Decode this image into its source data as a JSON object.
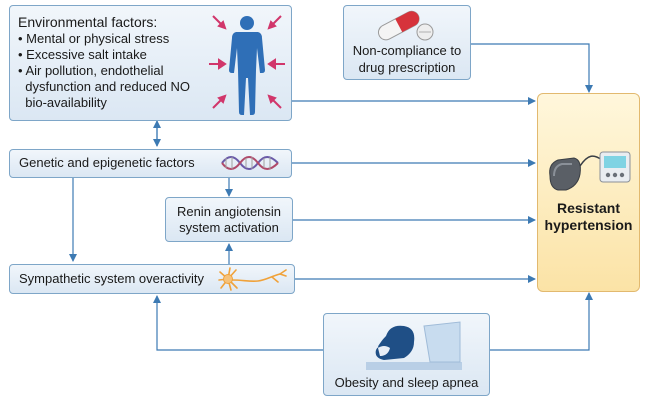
{
  "environmental": {
    "title": "Environmental factors:",
    "items": [
      "• Mental or physical stress",
      "• Excessive salt intake",
      "• Air pollution, endothelial",
      "  dysfunction and reduced NO",
      "  bio-availability"
    ]
  },
  "noncompliance": {
    "line1": "Non-compliance to",
    "line2": "drug prescription"
  },
  "genetic": {
    "label": "Genetic and epigenetic factors"
  },
  "renin": {
    "line1": "Renin angiotensin",
    "line2": "system activation"
  },
  "sympathetic": {
    "label": "Sympathetic system overactivity"
  },
  "obesity": {
    "label": "Obesity and sleep apnea"
  },
  "result": {
    "line1": "Resistant",
    "line2": "hypertension"
  },
  "colors": {
    "arrow": "#3d7ab3",
    "box_border": "#7ea6c8",
    "result_fill": "#fbe3a6",
    "body_icon": "#2f6fb7",
    "pointer_arrows": "#d1366b",
    "neuron": "#f0a23a"
  }
}
